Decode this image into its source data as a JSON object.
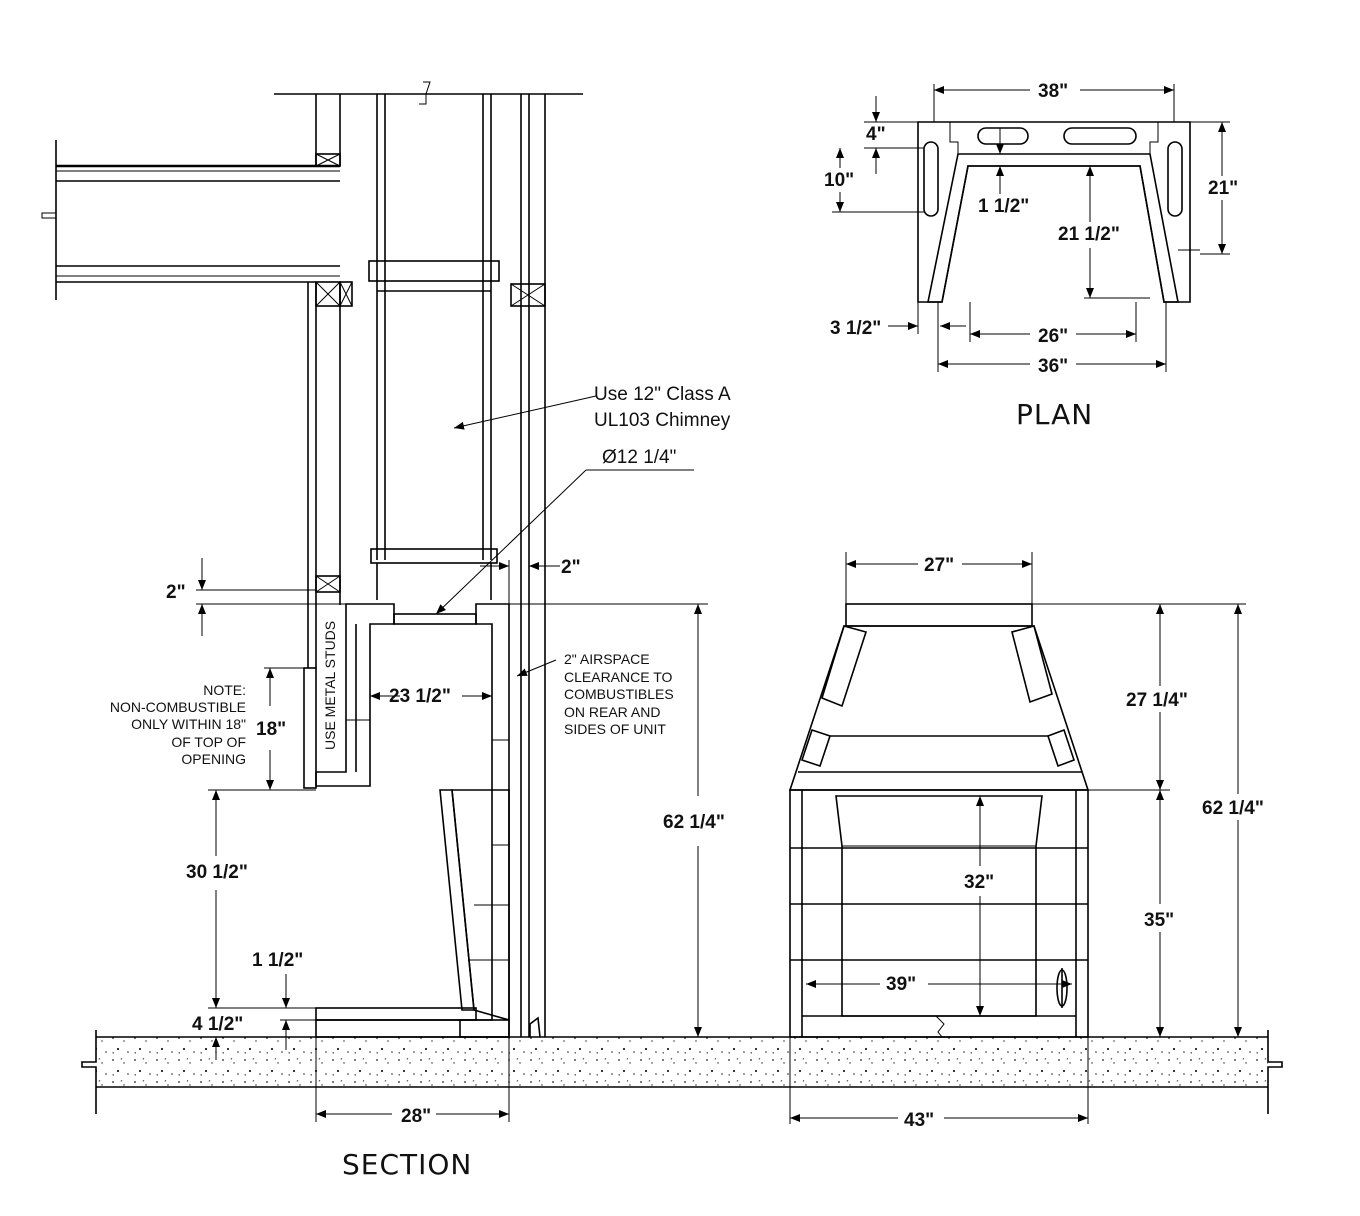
{
  "section": {
    "title": "SECTION",
    "chimney_callout": [
      "Use 12\" Class A",
      "UL103 Chimney"
    ],
    "flue_diameter": "Ø12 1/4\"",
    "airspace_note": [
      "2\" AIRSPACE",
      "CLEARANCE TO",
      "COMBUSTIBLES",
      "ON REAR AND",
      "SIDES OF UNIT"
    ],
    "combustible_note": [
      "NOTE:",
      "NON-COMBUSTIBLE",
      "ONLY WITHIN 18\"",
      "OF TOP OF",
      "OPENING"
    ],
    "metal_studs_label": "USE METAL STUDS",
    "dims": {
      "top_offset": "2\"",
      "side_clearance": "2\"",
      "throat_width": "23 1/2\"",
      "noncombustible_height": "18\"",
      "opening_height": "30 1/2\"",
      "floor_lining": "1 1/2\"",
      "hearth_height": "4 1/2\"",
      "overall_height": "62 1/4\"",
      "depth": "28\""
    }
  },
  "plan": {
    "title": "PLAN",
    "dims": {
      "top_width": "38\"",
      "rear_thickness": "4\"",
      "slot_depth": "10\"",
      "liner_thickness": "1 1/2\"",
      "inner_depth": "21 1/2\"",
      "overall_depth": "21\"",
      "side_thickness": "3 1/2\"",
      "rear_width": "26\"",
      "front_width": "36\""
    }
  },
  "elevation": {
    "dims": {
      "top_width": "27\"",
      "smoke_chamber_height": "27 1/4\"",
      "overall_height": "62 1/4\"",
      "opening_height": "32\"",
      "base_height": "35\"",
      "opening_width": "39\"",
      "overall_width": "43\""
    }
  }
}
